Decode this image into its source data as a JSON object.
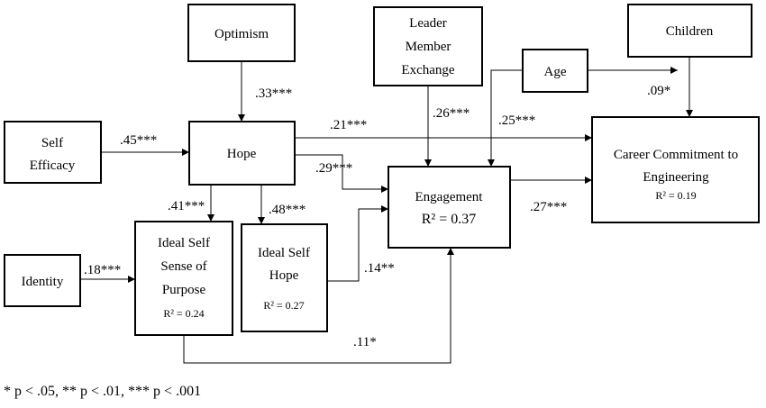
{
  "nodes": {
    "optimism": {
      "lines": [
        "Optimism"
      ]
    },
    "lmx": {
      "lines": [
        "Leader",
        "Member",
        "Exchange"
      ]
    },
    "age": {
      "lines": [
        "Age"
      ]
    },
    "children": {
      "lines": [
        "Children"
      ]
    },
    "self_efficacy": {
      "lines": [
        "Self",
        "Efficacy"
      ]
    },
    "hope": {
      "lines": [
        "Hope"
      ]
    },
    "engagement": {
      "lines": [
        "Engagement"
      ],
      "r2": "R² = 0.37"
    },
    "career": {
      "lines": [
        "Career Commitment to",
        "Engineering"
      ],
      "r2": "R² = 0.19"
    },
    "identity": {
      "lines": [
        "Identity"
      ]
    },
    "ideal_purpose": {
      "lines": [
        "Ideal Self",
        "Sense of",
        "Purpose"
      ],
      "r2": "R² = 0.24"
    },
    "ideal_hope": {
      "lines": [
        "Ideal Self",
        "Hope"
      ],
      "r2": "R² = 0.27"
    }
  },
  "paths": {
    "optimism_hope": ".33***",
    "selfeff_hope": ".45***",
    "hope_career": ".21***",
    "hope_engagement": ".29***",
    "lmx_engagement": ".26***",
    "age_engagement": ".25***",
    "children_career": ".09*",
    "hope_ideal_purpose": ".41***",
    "hope_ideal_hope": ".48***",
    "identity_ideal_purpose": ".18***",
    "engagement_career": ".27***",
    "ideal_hope_engagement": ".14**",
    "ideal_purpose_engagement": ".11*"
  },
  "footnote": "* p < .05, ** p < .01, *** p < .001"
}
